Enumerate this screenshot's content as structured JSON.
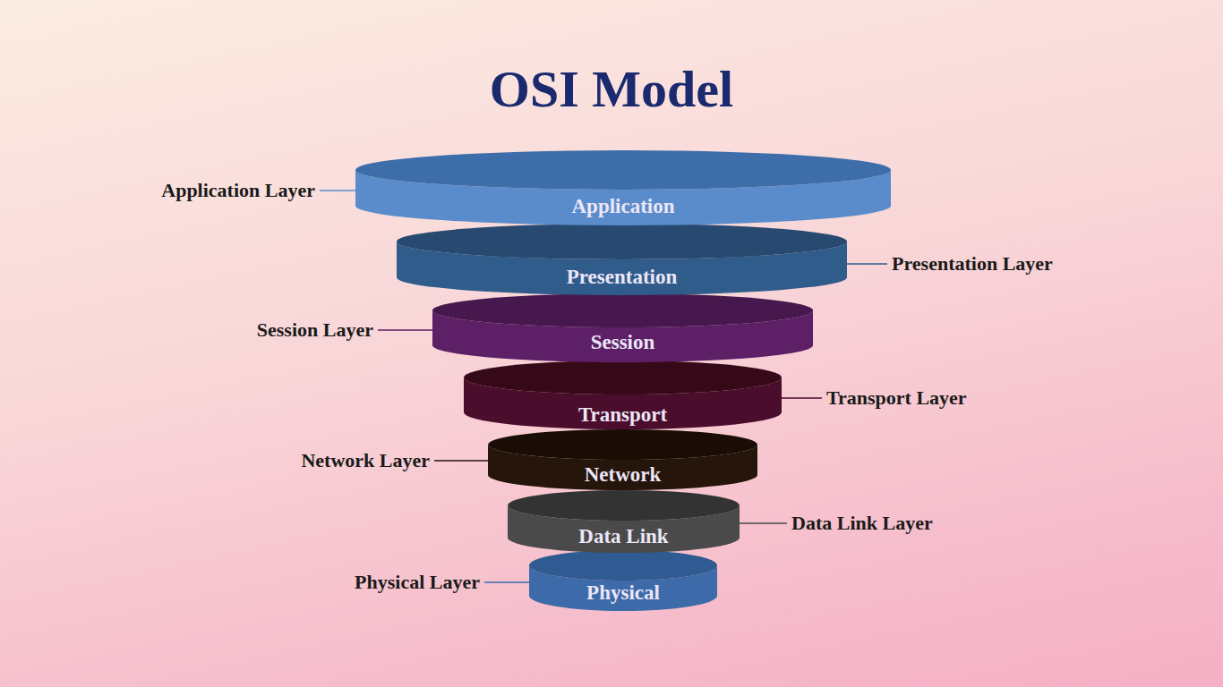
{
  "diagram": {
    "title": "OSI Model",
    "nodes": [
      {
        "text": [
          "Application",
          "Application Layer"
        ]
      },
      {
        "text": [
          "Presentation",
          "Presentation Layer"
        ]
      },
      {
        "text": [
          "Session",
          "Session Layer"
        ]
      },
      {
        "text": [
          "Transport",
          "Transport Layer"
        ]
      },
      {
        "text": [
          "Network",
          "Network Layer"
        ]
      },
      {
        "text": [
          "Data Link",
          "Data Link Layer"
        ]
      },
      {
        "text": [
          "Physical",
          "Physical Layer"
        ]
      }
    ]
  }
}
